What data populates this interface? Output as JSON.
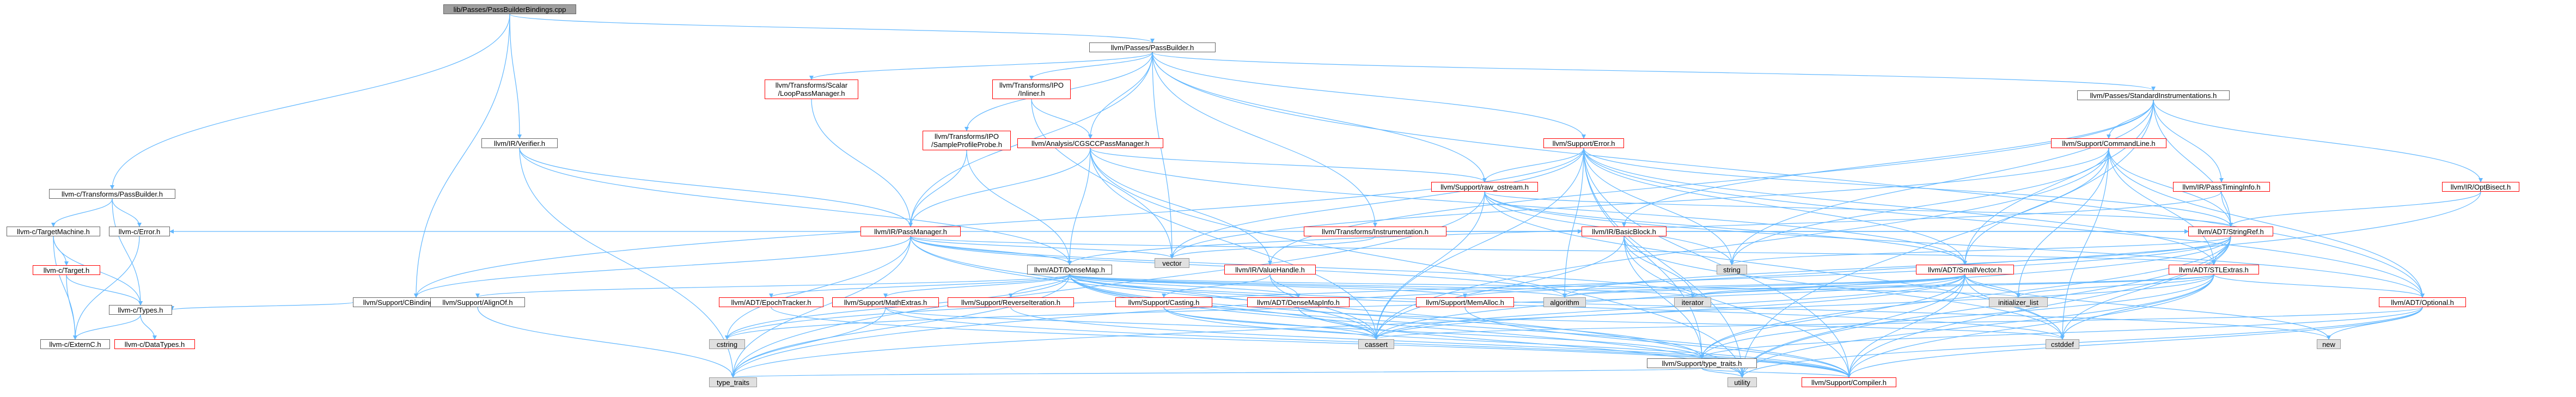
{
  "graph": {
    "root": "lib/Passes/PassBuilderBindings.cpp",
    "edge_color": "#63b8ff",
    "nodes": [
      {
        "id": "root",
        "label": "lib/Passes/PassBuilderBindings.cpp",
        "style": "root"
      },
      {
        "id": "passbuilder",
        "label": "llvm/Passes/PassBuilder.h",
        "style": "plain"
      },
      {
        "id": "c_transforms",
        "label": "llvm-c/Transforms/PassBuilder.h",
        "style": "plain"
      },
      {
        "id": "c_targetmachine",
        "label": "llvm-c/TargetMachine.h",
        "style": "plain"
      },
      {
        "id": "c_error",
        "label": "llvm-c/Error.h",
        "style": "plain"
      },
      {
        "id": "c_target",
        "label": "llvm-c/Target.h",
        "style": "red"
      },
      {
        "id": "c_types",
        "label": "llvm-c/Types.h",
        "style": "plain"
      },
      {
        "id": "c_externc",
        "label": "llvm-c/ExternC.h",
        "style": "plain"
      },
      {
        "id": "c_datatypes",
        "label": "llvm-c/DataTypes.h",
        "style": "red"
      },
      {
        "id": "ir_verifier",
        "label": "llvm/IR/Verifier.h",
        "style": "plain"
      },
      {
        "id": "cbinding",
        "label": "llvm/Support/CBindingWrapping.h",
        "style": "plain"
      },
      {
        "id": "loop_pm",
        "label": "llvm/Transforms/Scalar\n/LoopPassManager.h",
        "style": "red"
      },
      {
        "id": "inliner",
        "label": "llvm/Transforms/IPO\n/Inliner.h",
        "style": "red"
      },
      {
        "id": "cgscc",
        "label": "llvm/Analysis/CGSCCPassManager.h",
        "style": "red"
      },
      {
        "id": "sampleprofile",
        "label": "llvm/Transforms/IPO\n/SampleProfileProbe.h",
        "style": "red"
      },
      {
        "id": "ir_passmanager",
        "label": "llvm/IR/PassManager.h",
        "style": "red"
      },
      {
        "id": "std_instr",
        "label": "llvm/Passes/StandardInstrumentations.h",
        "style": "plain"
      },
      {
        "id": "support_error",
        "label": "llvm/Support/Error.h",
        "style": "red"
      },
      {
        "id": "instrumentation",
        "label": "llvm/Transforms/Instrumentation.h",
        "style": "red"
      },
      {
        "id": "raw_ostream",
        "label": "llvm/Support/raw_ostream.h",
        "style": "red"
      },
      {
        "id": "commandline",
        "label": "llvm/Support/CommandLine.h",
        "style": "red"
      },
      {
        "id": "passtiminginfo",
        "label": "llvm/IR/PassTimingInfo.h",
        "style": "red"
      },
      {
        "id": "optbisect",
        "label": "llvm/IR/OptBisect.h",
        "style": "red"
      },
      {
        "id": "vector",
        "label": "vector",
        "style": "grey"
      },
      {
        "id": "basicblock",
        "label": "llvm/IR/BasicBlock.h",
        "style": "red"
      },
      {
        "id": "stringref",
        "label": "llvm/ADT/StringRef.h",
        "style": "red"
      },
      {
        "id": "densemap",
        "label": "llvm/ADT/DenseMap.h",
        "style": "plain"
      },
      {
        "id": "valuehandle",
        "label": "llvm/IR/ValueHandle.h",
        "style": "red"
      },
      {
        "id": "string",
        "label": "string",
        "style": "grey"
      },
      {
        "id": "smallvector",
        "label": "llvm/ADT/SmallVector.h",
        "style": "red"
      },
      {
        "id": "stlextras",
        "label": "llvm/ADT/STLExtras.h",
        "style": "red"
      },
      {
        "id": "alignof",
        "label": "llvm/Support/AlignOf.h",
        "style": "plain"
      },
      {
        "id": "epochtracker",
        "label": "llvm/ADT/EpochTracker.h",
        "style": "red"
      },
      {
        "id": "mathextras",
        "label": "llvm/Support/MathExtras.h",
        "style": "red"
      },
      {
        "id": "reverseiteration",
        "label": "llvm/Support/ReverseIteration.h",
        "style": "red"
      },
      {
        "id": "casting",
        "label": "llvm/Support/Casting.h",
        "style": "red"
      },
      {
        "id": "densemapinfo",
        "label": "llvm/ADT/DenseMapInfo.h",
        "style": "red"
      },
      {
        "id": "memalloc",
        "label": "llvm/Support/MemAlloc.h",
        "style": "red"
      },
      {
        "id": "algorithm",
        "label": "algorithm",
        "style": "grey"
      },
      {
        "id": "iterator",
        "label": "iterator",
        "style": "grey"
      },
      {
        "id": "initializer_list",
        "label": "initializer_list",
        "style": "grey"
      },
      {
        "id": "optional",
        "label": "llvm/ADT/Optional.h",
        "style": "red"
      },
      {
        "id": "cstring",
        "label": "cstring",
        "style": "grey"
      },
      {
        "id": "cassert",
        "label": "cassert",
        "style": "grey"
      },
      {
        "id": "cstddef",
        "label": "cstddef",
        "style": "grey"
      },
      {
        "id": "new",
        "label": "new",
        "style": "grey"
      },
      {
        "id": "type_traits_h",
        "label": "llvm/Support/type_traits.h",
        "style": "plain"
      },
      {
        "id": "type_traits",
        "label": "type_traits",
        "style": "grey"
      },
      {
        "id": "utility",
        "label": "utility",
        "style": "grey"
      },
      {
        "id": "compiler",
        "label": "llvm/Support/Compiler.h",
        "style": "red"
      }
    ],
    "edges": [
      [
        "root",
        "passbuilder"
      ],
      [
        "root",
        "c_transforms"
      ],
      [
        "root",
        "ir_verifier"
      ],
      [
        "root",
        "cbinding"
      ],
      [
        "c_transforms",
        "c_targetmachine"
      ],
      [
        "c_transforms",
        "c_error"
      ],
      [
        "c_transforms",
        "c_types"
      ],
      [
        "c_targetmachine",
        "c_target"
      ],
      [
        "c_targetmachine",
        "c_types"
      ],
      [
        "c_targetmachine",
        "c_externc"
      ],
      [
        "c_error",
        "c_externc"
      ],
      [
        "c_target",
        "c_externc"
      ],
      [
        "c_target",
        "c_types"
      ],
      [
        "c_types",
        "c_externc"
      ],
      [
        "c_types",
        "c_datatypes"
      ],
      [
        "ir_verifier",
        "ir_passmanager"
      ],
      [
        "ir_verifier",
        "densemap"
      ],
      [
        "ir_verifier",
        "type_traits"
      ],
      [
        "cbinding",
        "c_types"
      ],
      [
        "passbuilder",
        "loop_pm"
      ],
      [
        "passbuilder",
        "inliner"
      ],
      [
        "passbuilder",
        "cgscc"
      ],
      [
        "passbuilder",
        "ir_passmanager"
      ],
      [
        "passbuilder",
        "std_instr"
      ],
      [
        "passbuilder",
        "support_error"
      ],
      [
        "passbuilder",
        "instrumentation"
      ],
      [
        "passbuilder",
        "raw_ostream"
      ],
      [
        "passbuilder",
        "vector"
      ],
      [
        "passbuilder",
        "optional"
      ],
      [
        "passbuilder",
        "sampleprofile"
      ],
      [
        "loop_pm",
        "ir_passmanager"
      ],
      [
        "inliner",
        "cgscc"
      ],
      [
        "inliner",
        "vector"
      ],
      [
        "cgscc",
        "ir_passmanager"
      ],
      [
        "cgscc",
        "densemap"
      ],
      [
        "cgscc",
        "valuehandle"
      ],
      [
        "cgscc",
        "raw_ostream"
      ],
      [
        "cgscc",
        "smallvector"
      ],
      [
        "cgscc",
        "cassert"
      ],
      [
        "cgscc",
        "utility"
      ],
      [
        "sampleprofile",
        "ir_passmanager"
      ],
      [
        "sampleprofile",
        "densemap"
      ],
      [
        "ir_passmanager",
        "c_error"
      ],
      [
        "ir_passmanager",
        "cbinding"
      ],
      [
        "ir_passmanager",
        "densemap"
      ],
      [
        "ir_passmanager",
        "vector"
      ],
      [
        "ir_passmanager",
        "stringref"
      ],
      [
        "ir_passmanager",
        "stlextras"
      ],
      [
        "ir_passmanager",
        "algorithm"
      ],
      [
        "ir_passmanager",
        "cassert"
      ],
      [
        "ir_passmanager",
        "cstring"
      ],
      [
        "ir_passmanager",
        "iterator"
      ],
      [
        "ir_passmanager",
        "type_traits"
      ],
      [
        "ir_passmanager",
        "utility"
      ],
      [
        "std_instr",
        "commandline"
      ],
      [
        "std_instr",
        "passtiminginfo"
      ],
      [
        "std_instr",
        "optbisect"
      ],
      [
        "std_instr",
        "basicblock"
      ],
      [
        "std_instr",
        "valuehandle"
      ],
      [
        "std_instr",
        "stringref"
      ],
      [
        "std_instr",
        "string"
      ],
      [
        "std_instr",
        "smallvector"
      ],
      [
        "std_instr",
        "utility"
      ],
      [
        "support_error",
        "raw_ostream"
      ],
      [
        "support_error",
        "smallvector"
      ],
      [
        "support_error",
        "stringref"
      ],
      [
        "support_error",
        "stlextras"
      ],
      [
        "support_error",
        "vector"
      ],
      [
        "support_error",
        "string"
      ],
      [
        "support_error",
        "algorithm"
      ],
      [
        "support_error",
        "cassert"
      ],
      [
        "support_error",
        "utility"
      ],
      [
        "support_error",
        "cbinding"
      ],
      [
        "support_error",
        "compiler"
      ],
      [
        "support_error",
        "type_traits_h"
      ],
      [
        "support_error",
        "optional"
      ],
      [
        "instrumentation",
        "basicblock"
      ],
      [
        "instrumentation",
        "stringref"
      ],
      [
        "instrumentation",
        "vector"
      ],
      [
        "raw_ostream",
        "stringref"
      ],
      [
        "raw_ostream",
        "string"
      ],
      [
        "raw_ostream",
        "cassert"
      ],
      [
        "raw_ostream",
        "cstddef"
      ],
      [
        "raw_ostream",
        "type_traits"
      ],
      [
        "raw_ostream",
        "optional"
      ],
      [
        "raw_ostream",
        "smallvector"
      ],
      [
        "commandline",
        "stringref"
      ],
      [
        "commandline",
        "stlextras"
      ],
      [
        "commandline",
        "smallvector"
      ],
      [
        "commandline",
        "string"
      ],
      [
        "commandline",
        "vector"
      ],
      [
        "commandline",
        "cassert"
      ],
      [
        "commandline",
        "initializer_list"
      ],
      [
        "commandline",
        "cstddef"
      ],
      [
        "commandline",
        "optional"
      ],
      [
        "passtiminginfo",
        "stringref"
      ],
      [
        "passtiminginfo",
        "densemap"
      ],
      [
        "optbisect",
        "stringref"
      ],
      [
        "optbisect",
        "type_traits"
      ],
      [
        "basicblock",
        "stringref"
      ],
      [
        "basicblock",
        "iterator"
      ],
      [
        "basicblock",
        "cassert"
      ],
      [
        "basicblock",
        "cstddef"
      ],
      [
        "basicblock",
        "type_traits_h"
      ],
      [
        "basicblock",
        "compiler"
      ],
      [
        "stringref",
        "stlextras"
      ],
      [
        "stringref",
        "string"
      ],
      [
        "stringref",
        "type_traits_h"
      ],
      [
        "stringref",
        "algorithm"
      ],
      [
        "stringref",
        "cassert"
      ],
      [
        "stringref",
        "cstddef"
      ],
      [
        "stringref",
        "cstring"
      ],
      [
        "stringref",
        "compiler"
      ],
      [
        "stringref",
        "utility"
      ],
      [
        "densemap",
        "alignof"
      ],
      [
        "densemap",
        "epochtracker"
      ],
      [
        "densemap",
        "mathextras"
      ],
      [
        "densemap",
        "reverseiteration"
      ],
      [
        "densemap",
        "densemapinfo"
      ],
      [
        "densemap",
        "memalloc"
      ],
      [
        "densemap",
        "algorithm"
      ],
      [
        "densemap",
        "cassert"
      ],
      [
        "densemap",
        "cstddef"
      ],
      [
        "densemap",
        "cstring"
      ],
      [
        "densemap",
        "iterator"
      ],
      [
        "densemap",
        "new"
      ],
      [
        "densemap",
        "type_traits"
      ],
      [
        "densemap",
        "utility"
      ],
      [
        "densemap",
        "compiler"
      ],
      [
        "densemap",
        "initializer_list"
      ],
      [
        "densemap",
        "type_traits_h"
      ],
      [
        "valuehandle",
        "densemapinfo"
      ],
      [
        "valuehandle",
        "casting"
      ],
      [
        "valuehandle",
        "cassert"
      ],
      [
        "smallvector",
        "compiler"
      ],
      [
        "smallvector",
        "type_traits_h"
      ],
      [
        "smallvector",
        "algorithm"
      ],
      [
        "smallvector",
        "cassert"
      ],
      [
        "smallvector",
        "cstddef"
      ],
      [
        "smallvector",
        "cstring"
      ],
      [
        "smallvector",
        "initializer_list"
      ],
      [
        "smallvector",
        "iterator"
      ],
      [
        "smallvector",
        "memalloc"
      ],
      [
        "smallvector",
        "new"
      ],
      [
        "smallvector",
        "type_traits"
      ],
      [
        "smallvector",
        "utility"
      ],
      [
        "stlextras",
        "optional"
      ],
      [
        "stlextras",
        "iterator"
      ],
      [
        "stlextras",
        "compiler"
      ],
      [
        "stlextras",
        "algorithm"
      ],
      [
        "stlextras",
        "cassert"
      ],
      [
        "stlextras",
        "cstddef"
      ],
      [
        "stlextras",
        "initializer_list"
      ],
      [
        "stlextras",
        "type_traits_h"
      ],
      [
        "stlextras",
        "utility"
      ],
      [
        "alignof",
        "type_traits"
      ],
      [
        "epochtracker",
        "compiler"
      ],
      [
        "mathextras",
        "compiler"
      ],
      [
        "mathextras",
        "cassert"
      ],
      [
        "mathextras",
        "type_traits"
      ],
      [
        "reverseiteration",
        "compiler"
      ],
      [
        "casting",
        "compiler"
      ],
      [
        "casting",
        "type_traits_h"
      ],
      [
        "casting",
        "cassert"
      ],
      [
        "densemapinfo",
        "cassert"
      ],
      [
        "densemapinfo",
        "cstddef"
      ],
      [
        "densemapinfo",
        "utility"
      ],
      [
        "memalloc",
        "compiler"
      ],
      [
        "optional",
        "compiler"
      ],
      [
        "optional",
        "type_traits_h"
      ],
      [
        "optional",
        "cassert"
      ],
      [
        "optional",
        "new"
      ],
      [
        "optional",
        "utility"
      ],
      [
        "type_traits_h",
        "compiler"
      ],
      [
        "type_traits_h",
        "type_traits"
      ],
      [
        "type_traits_h",
        "utility"
      ]
    ]
  }
}
